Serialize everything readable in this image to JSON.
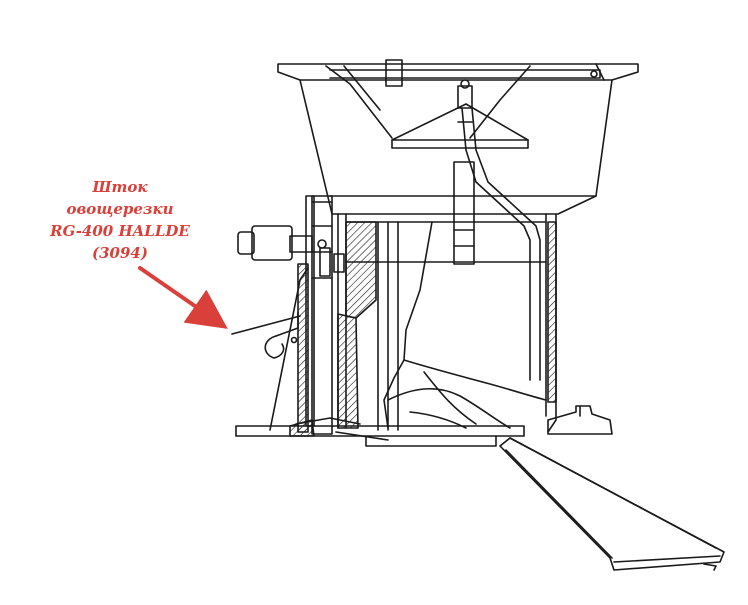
{
  "callout": {
    "lines": [
      "Шток",
      "овощерезки",
      "RG-400 HALLDE",
      "(3094)"
    ],
    "color": "#d9403a"
  },
  "drawing": {
    "line_color": "#1a1a1a",
    "subject": "vegetable-cutter-cross-section"
  }
}
